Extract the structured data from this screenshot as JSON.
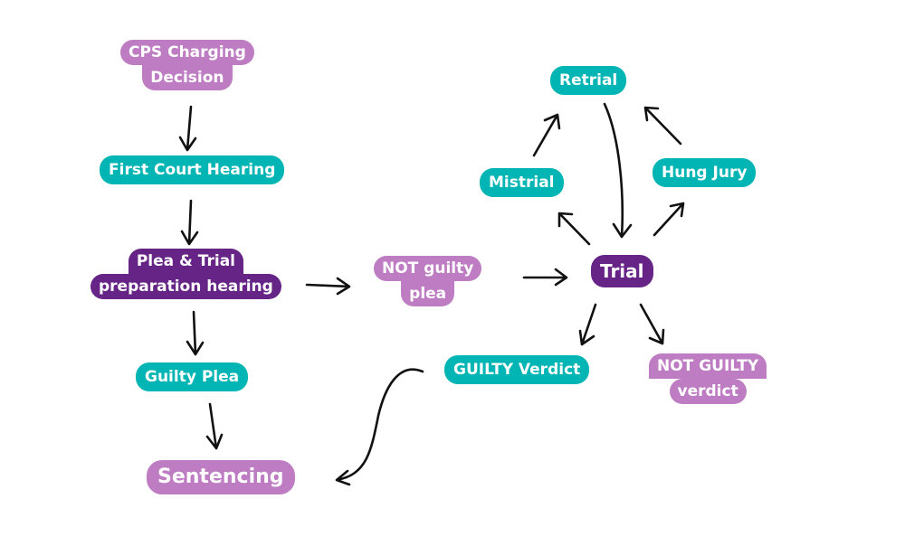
{
  "title": "Criminal case process flow",
  "colors": {
    "teal": "#00b5b3",
    "lilac": "#be7cc3",
    "purple": "#652486",
    "arrow": "#111111"
  },
  "nodes": {
    "cps": {
      "lines": [
        "CPS Charging",
        "Decision"
      ]
    },
    "first_hearing": {
      "lines": [
        "First Court Hearing"
      ]
    },
    "ptph": {
      "lines": [
        "Plea & Trial",
        "preparation hearing"
      ]
    },
    "guilty_plea": {
      "lines": [
        "Guilty Plea"
      ]
    },
    "sentencing": {
      "lines": [
        "Sentencing"
      ]
    },
    "not_guilty_plea": {
      "lines": [
        "NOT guilty",
        "plea"
      ]
    },
    "trial": {
      "lines": [
        "Trial"
      ]
    },
    "mistrial": {
      "lines": [
        "Mistrial"
      ]
    },
    "retrial": {
      "lines": [
        "Retrial"
      ]
    },
    "hung_jury": {
      "lines": [
        "Hung Jury"
      ]
    },
    "guilty_verdict": {
      "lines": [
        "GUILTY Verdict"
      ]
    },
    "not_guilty_verdict": {
      "lines": [
        "NOT GUILTY",
        "verdict"
      ]
    }
  },
  "edges": [
    {
      "from": "CPS Charging Decision",
      "to": "First Court Hearing"
    },
    {
      "from": "First Court Hearing",
      "to": "Plea & Trial preparation hearing"
    },
    {
      "from": "Plea & Trial preparation hearing",
      "to": "NOT guilty plea"
    },
    {
      "from": "Plea & Trial preparation hearing",
      "to": "Guilty Plea"
    },
    {
      "from": "Guilty Plea",
      "to": "Sentencing"
    },
    {
      "from": "NOT guilty plea",
      "to": "Trial"
    },
    {
      "from": "Trial",
      "to": "Mistrial"
    },
    {
      "from": "Mistrial",
      "to": "Retrial"
    },
    {
      "from": "Trial",
      "to": "Hung Jury"
    },
    {
      "from": "Hung Jury",
      "to": "Retrial"
    },
    {
      "from": "Retrial",
      "to": "Trial"
    },
    {
      "from": "Trial",
      "to": "GUILTY Verdict"
    },
    {
      "from": "Trial",
      "to": "NOT GUILTY verdict"
    },
    {
      "from": "GUILTY Verdict",
      "to": "Sentencing"
    }
  ]
}
